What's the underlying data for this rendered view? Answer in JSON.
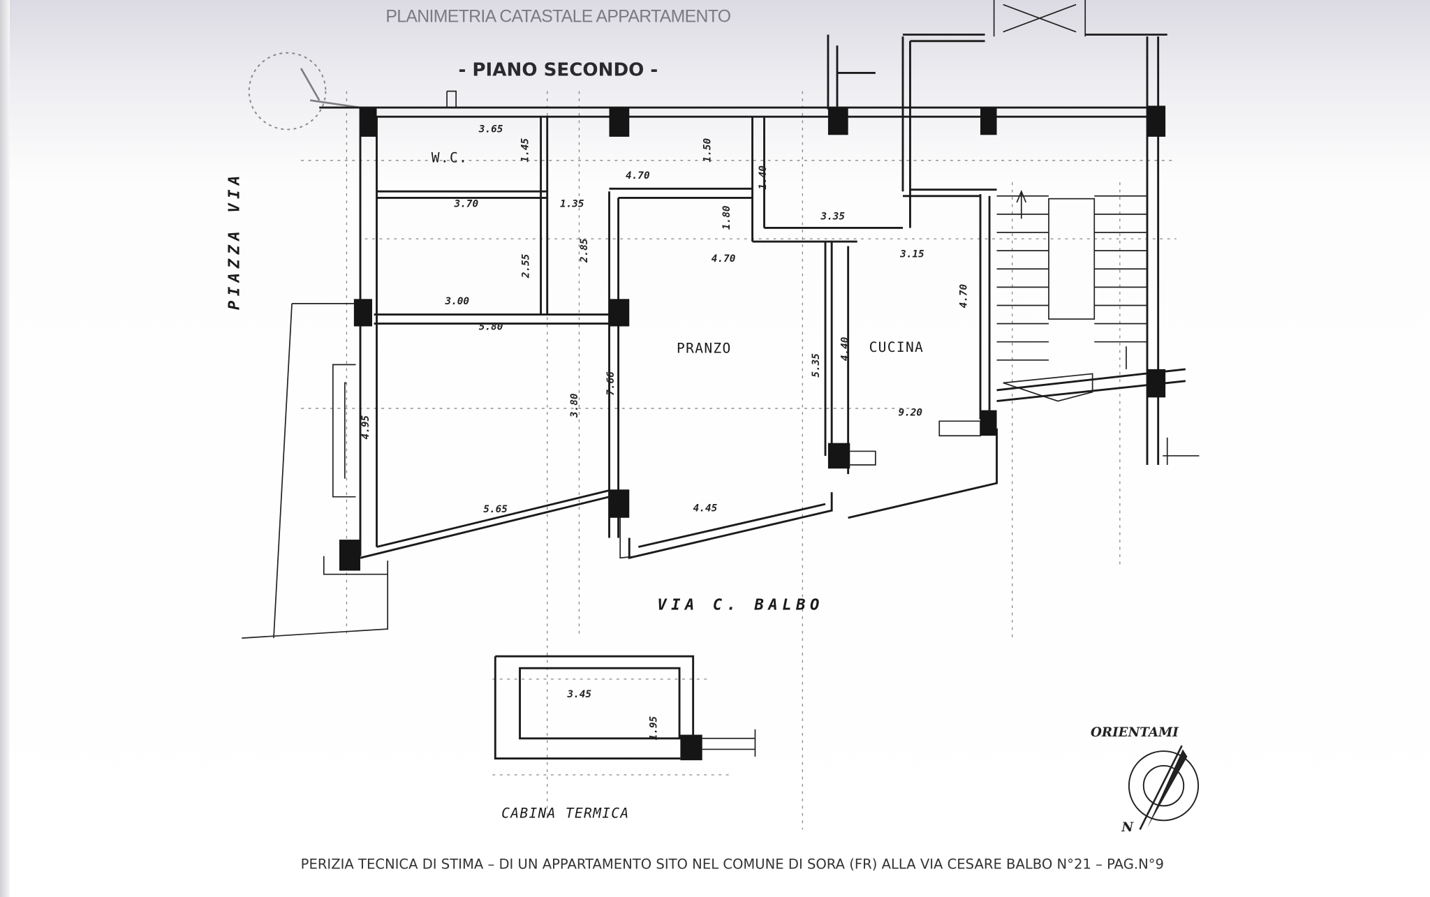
{
  "header": {
    "title": "PLANIMETRIA CATASTALE APPARTAMENTO",
    "subtitle": "- PIANO SECONDO -"
  },
  "rooms": {
    "wc": "W.C.",
    "pranzo": "PRANZO",
    "cucina": "CUCINA",
    "cabina": "CABINA TERMICA"
  },
  "streets": {
    "bottom": "VIA  C. BALBO",
    "left": "PIAZZA VIA"
  },
  "dimensions": {
    "wc_width": "3.65",
    "wc_height": "1.45",
    "hall_top": "1.50",
    "hall_width": "4.70",
    "hall_side": "1.40",
    "room_top": "3.70",
    "corridor_width": "1.35",
    "hall_depth": "1.80",
    "passage_width": "3.35",
    "corridor_height": "2.85",
    "room_height": "2.55",
    "pranzo_width": "4.70",
    "cucina_width": "3.15",
    "cucina_depth": "4.70",
    "room_bottom": "3.00",
    "living_top": "5.80",
    "pranzo_side": "5.35",
    "cucina_side": "4.40",
    "living_right": "3.80",
    "pranzo_depth": "7.66",
    "living_left": "4.95",
    "front_length": "9.20",
    "living_bottom": "5.65",
    "pranzo_bottom": "4.45",
    "cabina_width": "3.45",
    "cabina_depth": "1.95"
  },
  "compass": {
    "label": "ORIENTAMI",
    "north": "N"
  },
  "footer": {
    "text": "PERIZIA TECNICA DI STIMA – DI UN APPARTAMENTO SITO NEL COMUNE DI SORA (FR) ALLA VIA CESARE BALBO N°21 – PAG.N°9"
  }
}
